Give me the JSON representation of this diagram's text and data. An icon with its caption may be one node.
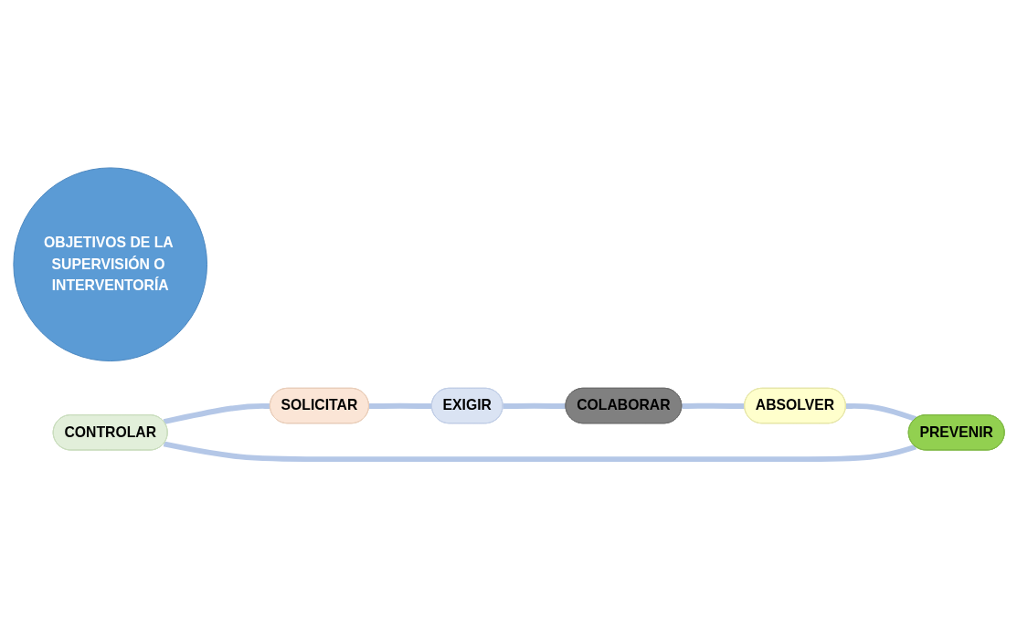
{
  "diagram": {
    "nodes": [
      {
        "text": [
          "OBJETIVOS DE LA SUPERVISIÓN O INTERVENTORÍA"
        ]
      },
      {
        "text": [
          "CONTROLAR"
        ]
      },
      {
        "text": [
          "SOLICITAR"
        ]
      },
      {
        "text": [
          "EXIGIR"
        ]
      },
      {
        "text": [
          "COLABORAR"
        ]
      },
      {
        "text": [
          "ABSOLVER"
        ]
      },
      {
        "text": [
          "PREVENIR"
        ]
      }
    ],
    "edges": [
      {
        "from": 1,
        "to": 2,
        "arrow": "none"
      },
      {
        "from": 2,
        "to": 3,
        "arrow": "none"
      },
      {
        "from": 3,
        "to": 4,
        "arrow": "none"
      },
      {
        "from": 4,
        "to": 5,
        "arrow": "none"
      },
      {
        "from": 5,
        "to": 6,
        "arrow": "none"
      },
      {
        "from": 6,
        "to": 1,
        "arrow": "none"
      }
    ]
  }
}
